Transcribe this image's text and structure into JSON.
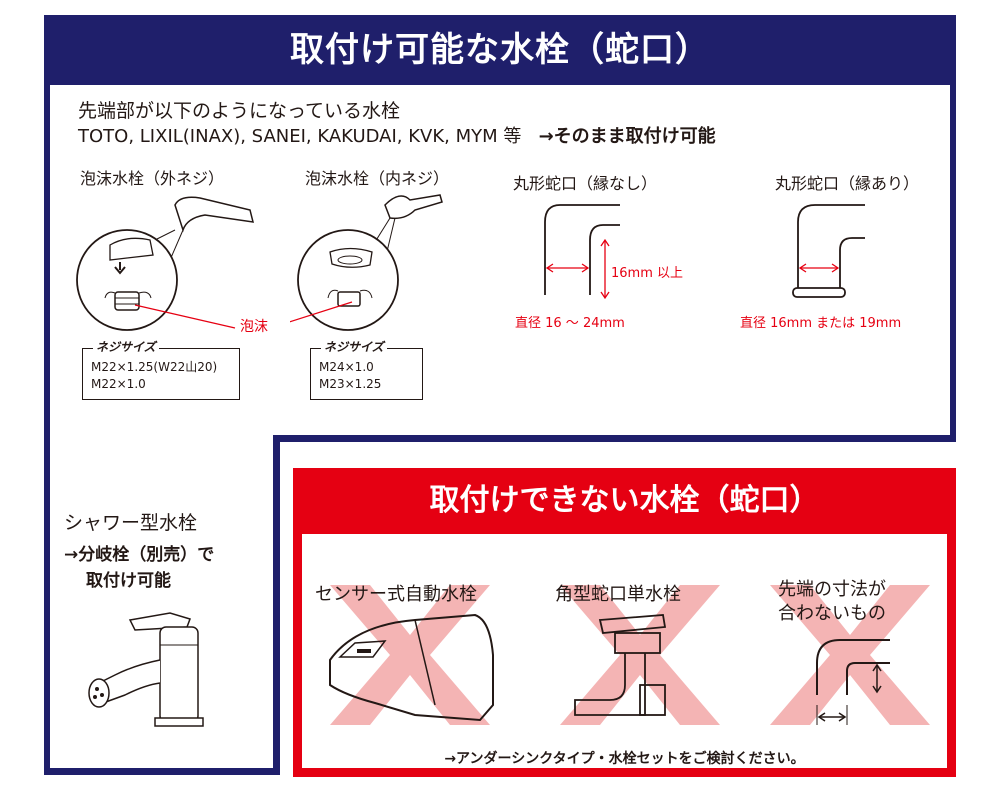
{
  "header": {
    "title": "取付け可能な水栓（蛇口）"
  },
  "intro": {
    "line1": "先端部が以下のようになっている水栓",
    "brands": "TOTO, LIXIL(INAX), SANEI, KAKUDAI, KVK, MYM 等",
    "result": "→そのまま取付け可能"
  },
  "faucets": {
    "outer_thread": {
      "label": "泡沫水栓（外ネジ）",
      "thread_title": "ネジサイズ",
      "sizes": [
        "M22×1.25(W22山20)",
        "M22×1.0"
      ]
    },
    "inner_thread": {
      "label": "泡沫水栓（内ネジ）",
      "thread_title": "ネジサイズ",
      "sizes": [
        "M24×1.0",
        "M23×1.25"
      ]
    },
    "foam_label": "泡沫",
    "round_no_rim": {
      "label": "丸形蛇口（縁なし）",
      "height_note": "16mm 以上",
      "diameter_note": "直径 16 ～ 24mm"
    },
    "round_rim": {
      "label": "丸形蛇口（縁あり）",
      "diameter_note": "直径 16mm または 19mm"
    }
  },
  "shower": {
    "title": "シャワー型水栓",
    "note_line1": "→分岐栓（別売）で",
    "note_line2": "取付け可能"
  },
  "not_possible": {
    "title": "取付けできない水栓（蛇口）",
    "items": [
      {
        "label": "センサー式自動水栓"
      },
      {
        "label": "角型蛇口単水栓"
      },
      {
        "label_line1": "先端の寸法が",
        "label_line2": "合わないもの"
      }
    ],
    "footer": "→アンダーシンクタイプ・水栓セットをご検討ください。"
  },
  "colors": {
    "navy": "#1f1f6b",
    "red": "#e60012",
    "cross": "#f4b4b4"
  }
}
